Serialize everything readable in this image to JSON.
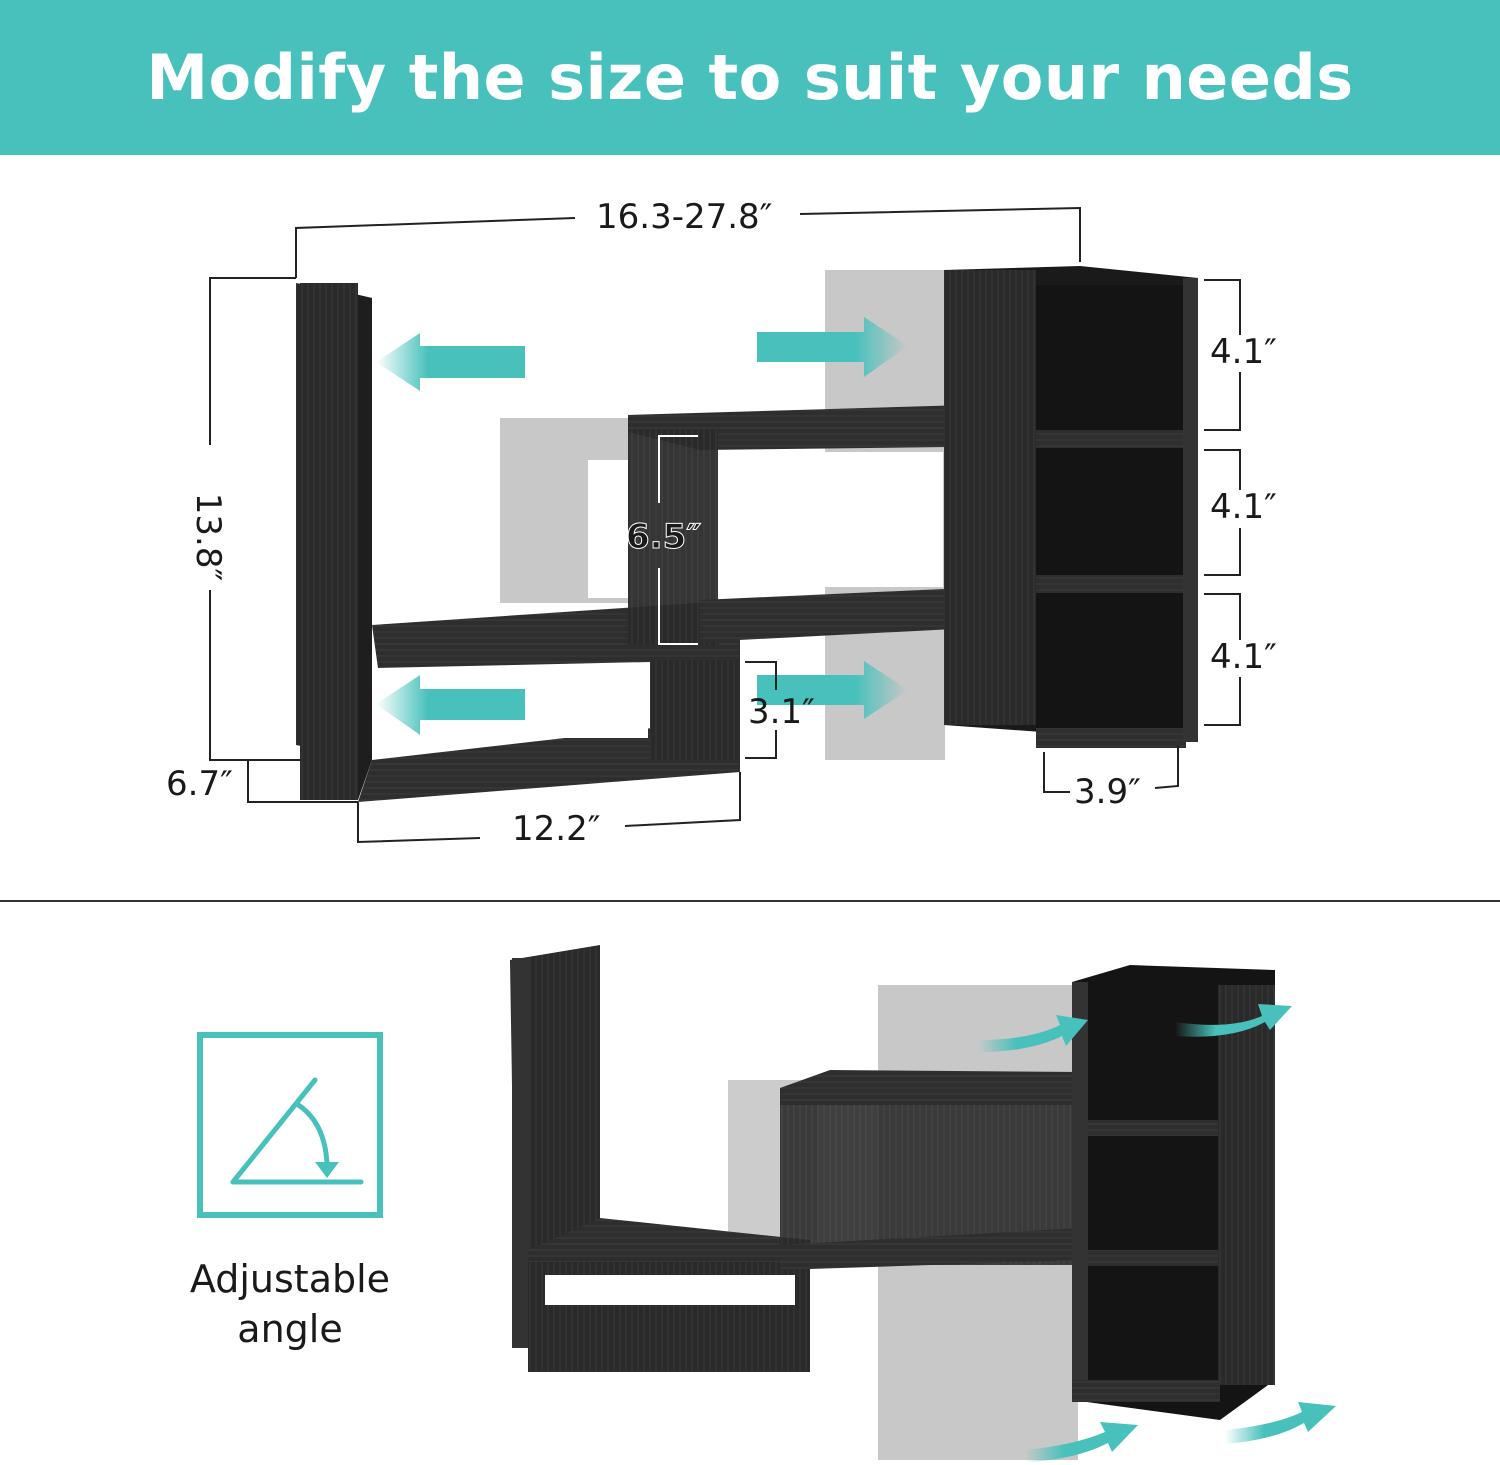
{
  "banner": {
    "title": "Modify the size to suit your needs",
    "background_color": "#48c1bc",
    "text_color": "#ffffff"
  },
  "dimensions_diagram": {
    "overall_width": "16.3-27.8″",
    "overall_height": "13.8″",
    "lower_section_height": "6.7″",
    "lower_section_width": "12.2″",
    "lower_opening_height": "3.1″",
    "middle_opening_height": "6.5″",
    "cube_compartment_heights": [
      "4.1″",
      "4.1″",
      "4.1″"
    ],
    "cube_depth": "3.9″",
    "arrow_color": "#48c1bc",
    "arrows": [
      "arrow-left-upper",
      "arrow-right-upper",
      "arrow-left-lower",
      "arrow-right-lower"
    ]
  },
  "feature": {
    "icon": "adjustable-angle-icon",
    "label_line1": "Adjustable",
    "label_line2": "angle",
    "accent_color": "#48c1bc"
  },
  "angle_diagram": {
    "arrows": [
      "curved-arrow-top-left",
      "curved-arrow-top-right",
      "curved-arrow-bottom-left",
      "curved-arrow-bottom-right"
    ]
  }
}
